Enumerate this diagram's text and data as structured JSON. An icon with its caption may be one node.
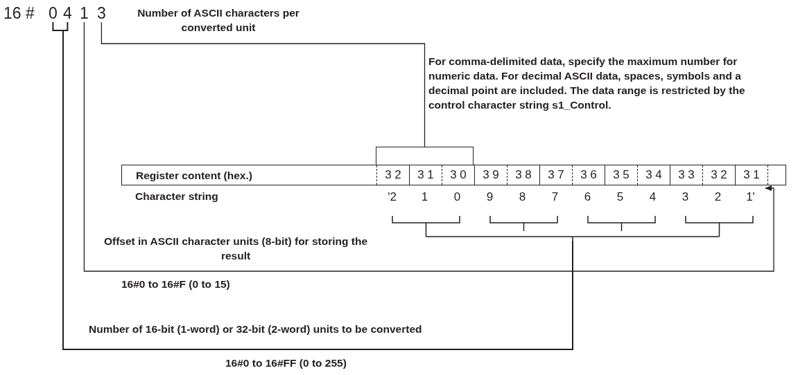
{
  "diagram": {
    "nodes": [
      {
        "text": [
          "0"
        ]
      },
      {
        "text": [
          "4"
        ]
      },
      {
        "text": [
          "1"
        ]
      },
      {
        "text": [
          "3"
        ]
      },
      {
        "text": [],
        "shape": "bracket"
      },
      {
        "text": [
          "Register content (hex.)"
        ]
      },
      {
        "text": [
          "3 2"
        ],
        "in": 5
      },
      {
        "text": [
          "3 1"
        ],
        "in": 5
      },
      {
        "text": [
          "3 0"
        ],
        "in": 5
      },
      {
        "text": [
          "3 9"
        ],
        "in": 5
      },
      {
        "text": [
          "3 8"
        ],
        "in": 5
      },
      {
        "text": [
          "3 7"
        ],
        "in": 5
      },
      {
        "text": [
          "3 6"
        ],
        "in": 5
      },
      {
        "text": [
          "3 5"
        ],
        "in": 5
      },
      {
        "text": [
          "3 4"
        ],
        "in": 5
      },
      {
        "text": [
          "3 3"
        ],
        "in": 5
      },
      {
        "text": [
          "3 2"
        ],
        "in": 5
      },
      {
        "text": [
          "3 1"
        ],
        "in": 5
      },
      {
        "text": [],
        "shape": "box",
        "in": 5
      },
      {
        "text": [],
        "shape": "bracket"
      }
    ],
    "edges": [
      {
        "from": 3,
        "to": 4,
        "arrow": "none"
      },
      {
        "from": 2,
        "to": 17,
        "arrow": "to"
      },
      {
        "from": 0,
        "to": 19,
        "arrow": "none"
      },
      {
        "from": 1,
        "to": 19,
        "arrow": "none"
      }
    ],
    "labels": [
      "16 #",
      "Number of ASCII characters per converted unit",
      "For comma-delimited data, specify the maximum number for numeric data. For decimal ASCII data, spaces, symbols and a decimal point are included. The data range is restricted by the control character string s1_Control.",
      "Character string",
      "'2",
      "1",
      "0",
      "9",
      "8",
      "7",
      "6",
      "5",
      "4",
      "3",
      "2",
      "1'",
      "Offset in ASCII character units (8-bit) for storing the result",
      "16#0 to 16#F (0 to 15)",
      "Number of 16-bit (1-word) or 32-bit (2-word) units to be converted",
      "16#0 to 16#FF (0 to 255)"
    ]
  }
}
